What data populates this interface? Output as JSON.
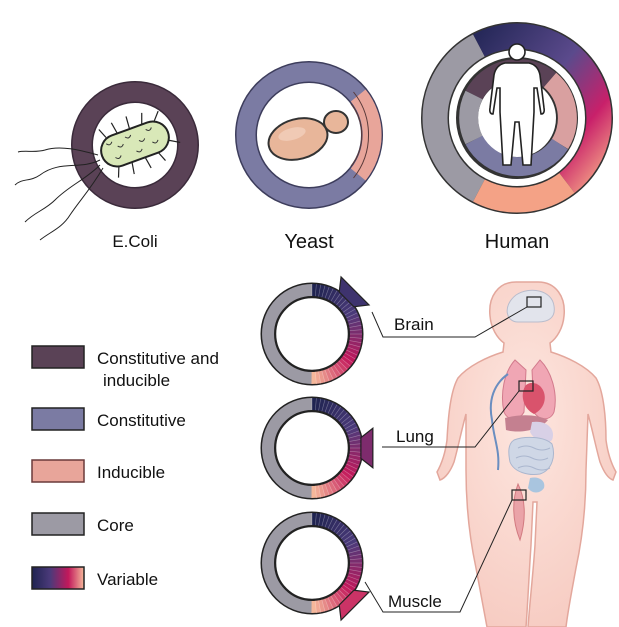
{
  "organisms": [
    {
      "id": "ecoli",
      "label": "E.Coli"
    },
    {
      "id": "yeast",
      "label": "Yeast"
    },
    {
      "id": "human",
      "label": "Human"
    }
  ],
  "legend": [
    {
      "label_line1": "Constitutive and",
      "label_line2": "inducible",
      "color": "#5a4256"
    },
    {
      "label_line1": "Constitutive",
      "label_line2": "",
      "color": "#7b7ba3"
    },
    {
      "label_line1": "Inducible",
      "label_line2": "",
      "color": "#e8a59a"
    },
    {
      "label_line1": "Core",
      "label_line2": "",
      "color": "#9c9aa4"
    },
    {
      "label_line1": "Variable",
      "label_line2": "",
      "color": "gradient"
    }
  ],
  "tissues": [
    {
      "label": "Brain"
    },
    {
      "label": "Lung"
    },
    {
      "label": "Muscle"
    }
  ],
  "colors": {
    "constitutive_inducible": "#5a4256",
    "constitutive": "#7b7ba3",
    "inducible": "#e8a59a",
    "core": "#9c9aa4",
    "variable_dark": "#2a2d5c",
    "variable_mid": "#c2185b",
    "variable_light": "#f2a085"
  }
}
